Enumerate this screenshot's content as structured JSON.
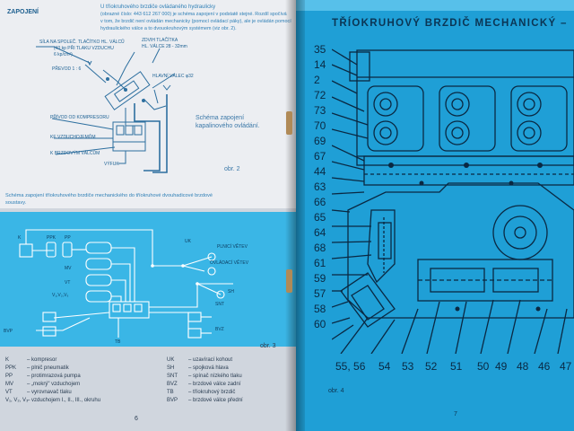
{
  "left_page": {
    "heading": "ZAPOJENÍ",
    "intro_lines": [
      "U tříokruhového brzdiče ovládaného hydraulicky",
      "(obrazné číslo: 443 612 267 000) je schéma zapojení v podstatě stejné. Rozdíl spočívá",
      "v tom, že brzdič není ovládán mechanicky (pomocí ovládací páky), ale je ovládán pomocí",
      "hydraulického válce a to dvouokruhovým systémem (viz obr. 2)."
    ],
    "fig2_labels": {
      "spring_force": "SÍLA NA SPOLEČ. TLAČÍTKO HL. VÁLCŮ",
      "spring_force_2": "(40 kp PŘI TLAKU VZDUCHU",
      "spring_force_3": "6 kp/cm²)",
      "stroke": "ZDVIH TLAČÍTKA",
      "stroke_2": "HL. VÁLCE 28 - 32mm",
      "ratio": "PŘEVOD 1 : 6",
      "master_cyl": "HLAVNÍ VÁLEC φ32",
      "from_compressor": "PŘÍVOD OD KOMPRESORU",
      "to_dryer": "KE VZDUCHOJEMŮM",
      "to_brake_cyl": "K BRZDOVÝM VÁLCŮM",
      "exhaust": "VÝFUK"
    },
    "fig2_caption_1": "Schéma zapojení",
    "fig2_caption_2": "kapalinového ovládání.",
    "fig2_label": "obr. 2",
    "fig3_title_1": "Schéma zapojení tříokruhového brzdiče mechanického do tříokruhové dvouhadicové brzdové",
    "fig3_title_2": "soustavy.",
    "fig3_labels": {
      "uk": "UK",
      "filling": "PLNICÍ VĚTEV",
      "control": "OVLÁDACÍ VĚTEV",
      "sh": "SH",
      "snt": "SNT",
      "bvp": "BVP",
      "bvz": "BVZ",
      "tb": "TB",
      "k": "K",
      "ppk": "PPK",
      "pp": "PP",
      "mv": "MV",
      "vt": "VT",
      "v123": "V₁,V₂,V₃"
    },
    "fig3_label": "obr. 3",
    "legend_left": [
      {
        "code": "K",
        "text": "– kompresor"
      },
      {
        "code": "PPK",
        "text": "– plnič pneumatik"
      },
      {
        "code": "PP",
        "text": "– protimrazová pumpa"
      },
      {
        "code": "MV",
        "text": "– „mokrý\" vzduchojem"
      },
      {
        "code": "VT",
        "text": "– vyrovnavač tlaku"
      },
      {
        "code": "V₁, V₂, V₃",
        "text": "– vzduchojem I., II., III., okruhu"
      }
    ],
    "legend_right": [
      {
        "code": "UK",
        "text": "– uzavírací kohout"
      },
      {
        "code": "SH",
        "text": "– spojková hlava"
      },
      {
        "code": "SNT",
        "text": "– spínač nízkého tlaku"
      },
      {
        "code": "BVZ",
        "text": "– brzdové válce zadní"
      },
      {
        "code": "TB",
        "text": "– tříokruhový brzdič"
      },
      {
        "code": "BVP",
        "text": "– brzdové válce přední"
      }
    ],
    "page_number": "6"
  },
  "right_page": {
    "title": "TŘÍOKRUHOVÝ BRZDIČ MECHANICKÝ –",
    "left_numbers": [
      "35",
      "14",
      "2",
      "72",
      "73",
      "70",
      "69",
      "67",
      "44",
      "63",
      "66",
      "65",
      "64",
      "68",
      "61",
      "59",
      "57",
      "58",
      "60"
    ],
    "bottom_numbers": [
      "55, 56",
      "54",
      "53",
      "52",
      "51",
      "50",
      "49",
      "48",
      "46",
      "47"
    ],
    "fig_label": "obr. 4",
    "page_number": "7"
  },
  "colors": {
    "blueprint_blue": "#1f9fd6",
    "ink_dark": "#0a2842",
    "left_text_blue": "#2e7fb6"
  }
}
